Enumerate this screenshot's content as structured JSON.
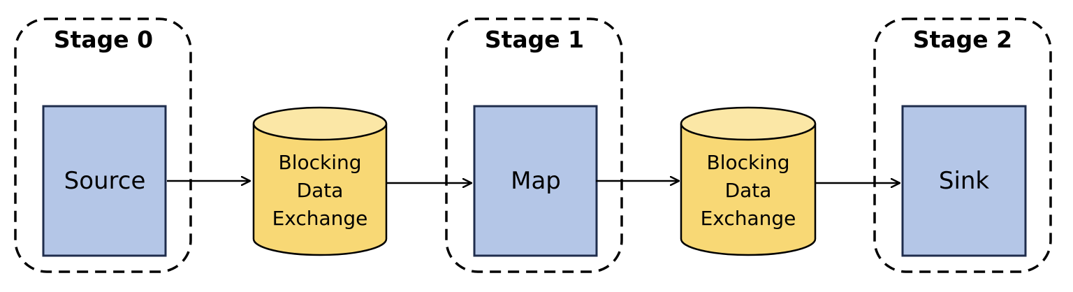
{
  "colors": {
    "box_fill": "#b4c6e7",
    "box_stroke": "#1f2d4d",
    "cylinder_fill": "#f8d875",
    "cylinder_top": "#fbe7a6",
    "cylinder_stroke": "#000000",
    "stage_border": "#000000",
    "arrow": "#000000"
  },
  "stages": [
    {
      "title": "Stage 0",
      "operator": "Source"
    },
    {
      "title": "Stage 1",
      "operator": "Map"
    },
    {
      "title": "Stage 2",
      "operator": "Sink"
    }
  ],
  "exchanges": [
    {
      "lines": [
        "Blocking",
        "Data",
        "Exchange"
      ]
    },
    {
      "lines": [
        "Blocking",
        "Data",
        "Exchange"
      ]
    }
  ]
}
